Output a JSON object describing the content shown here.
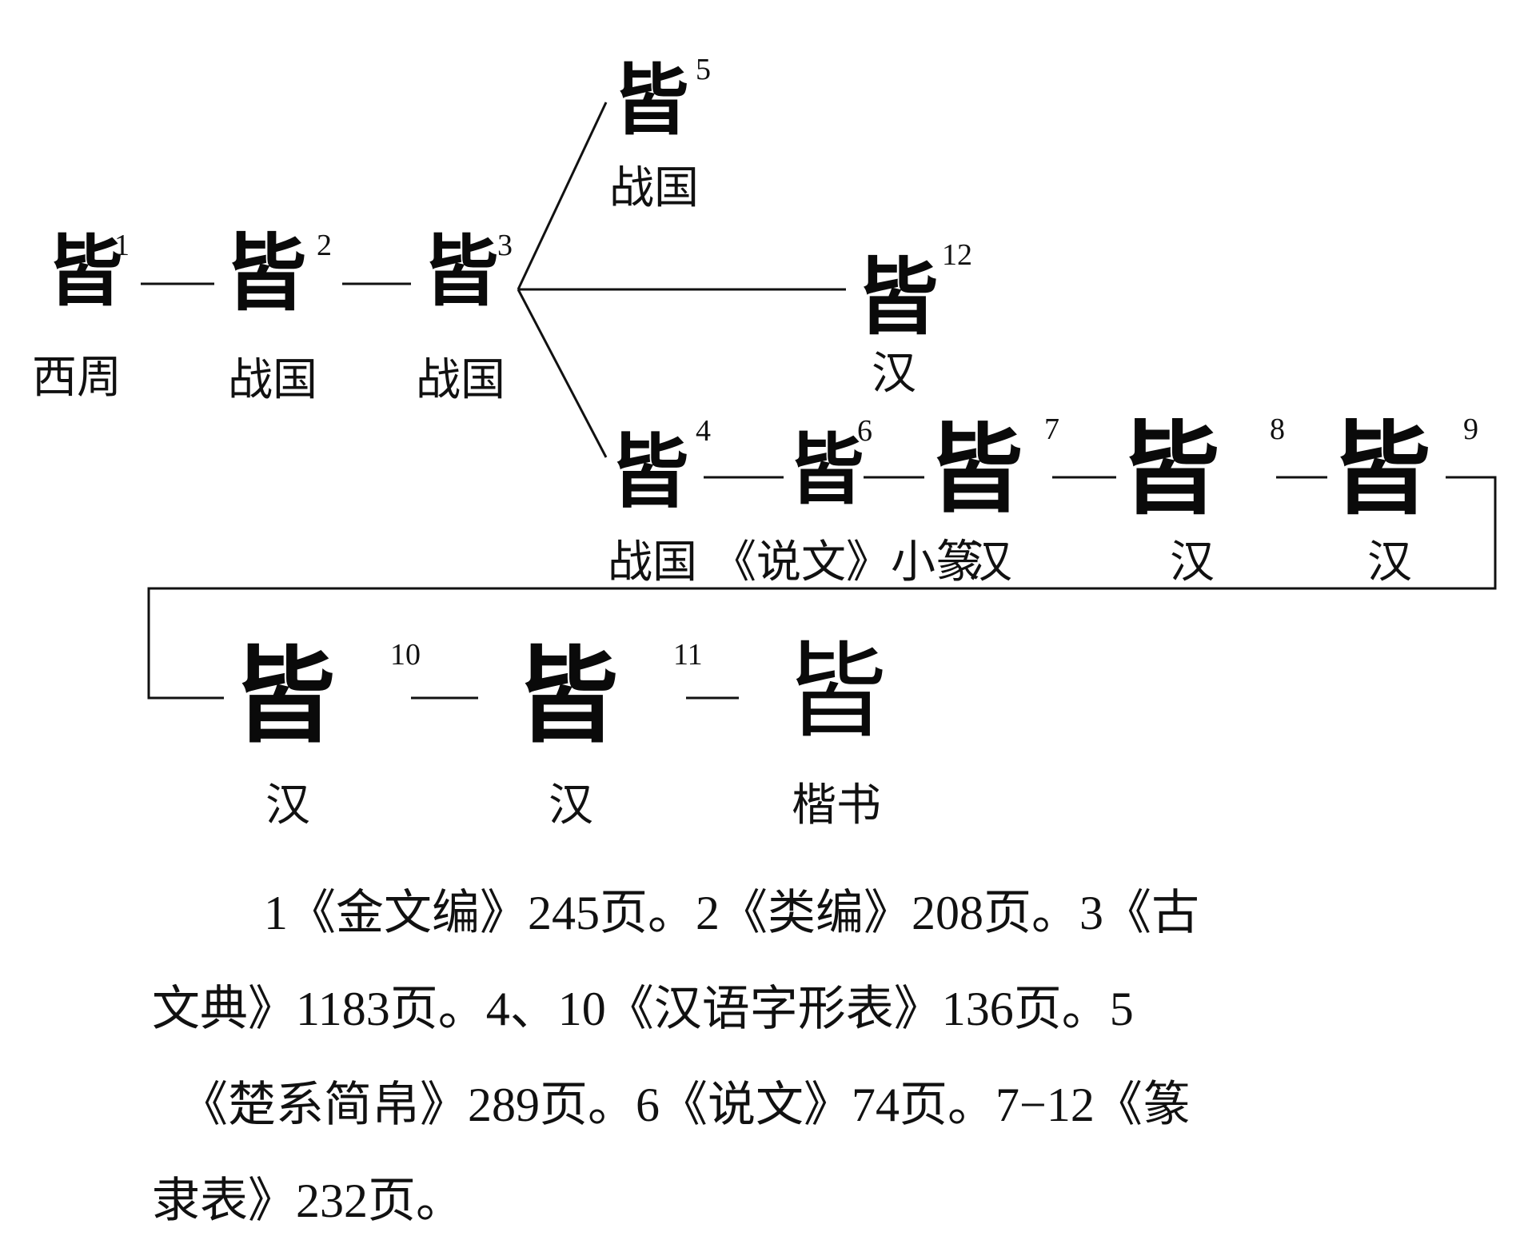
{
  "nodes": [
    {
      "id": "n1",
      "glyph": "皆",
      "num": "1",
      "period": "西周"
    },
    {
      "id": "n2",
      "glyph": "皆",
      "num": "2",
      "period": "战国"
    },
    {
      "id": "n3",
      "glyph": "皆",
      "num": "3",
      "period": "战国"
    },
    {
      "id": "n5",
      "glyph": "皆",
      "num": "5",
      "period": "战国"
    },
    {
      "id": "n12",
      "glyph": "皆",
      "num": "12",
      "period": "汉"
    },
    {
      "id": "n4",
      "glyph": "皆",
      "num": "4",
      "period": "战国"
    },
    {
      "id": "n6",
      "glyph": "皆",
      "num": "6",
      "period": "《说文》小篆"
    },
    {
      "id": "n7",
      "glyph": "皆",
      "num": "7",
      "period": "汉"
    },
    {
      "id": "n8",
      "glyph": "皆",
      "num": "8",
      "period": "汉"
    },
    {
      "id": "n9",
      "glyph": "皆",
      "num": "9",
      "period": "汉"
    },
    {
      "id": "n10",
      "glyph": "皆",
      "num": "10",
      "period": "汉"
    },
    {
      "id": "n11",
      "glyph": "皆",
      "num": "11",
      "period": "汉"
    },
    {
      "id": "n13",
      "glyph": "皆",
      "num": "",
      "period": "楷书"
    }
  ],
  "edges": [
    [
      "n1",
      "n2"
    ],
    [
      "n2",
      "n3"
    ],
    [
      "n3",
      "n5"
    ],
    [
      "n3",
      "n12"
    ],
    [
      "n3",
      "n4"
    ],
    [
      "n4",
      "n6"
    ],
    [
      "n6",
      "n7"
    ],
    [
      "n7",
      "n8"
    ],
    [
      "n8",
      "n9"
    ],
    [
      "n9",
      "n10"
    ],
    [
      "n10",
      "n11"
    ],
    [
      "n11",
      "n13"
    ]
  ],
  "notes": {
    "line1": "1《金文编》245页。2《类编》208页。3《古",
    "line2": "文典》1183页。4、10《汉语字形表》136页。5",
    "line3": "《楚系简帛》289页。6《说文》74页。7−12《篆",
    "line4": "隶表》232页。"
  },
  "colors": {
    "ink": "#111111",
    "background": "#ffffff"
  }
}
